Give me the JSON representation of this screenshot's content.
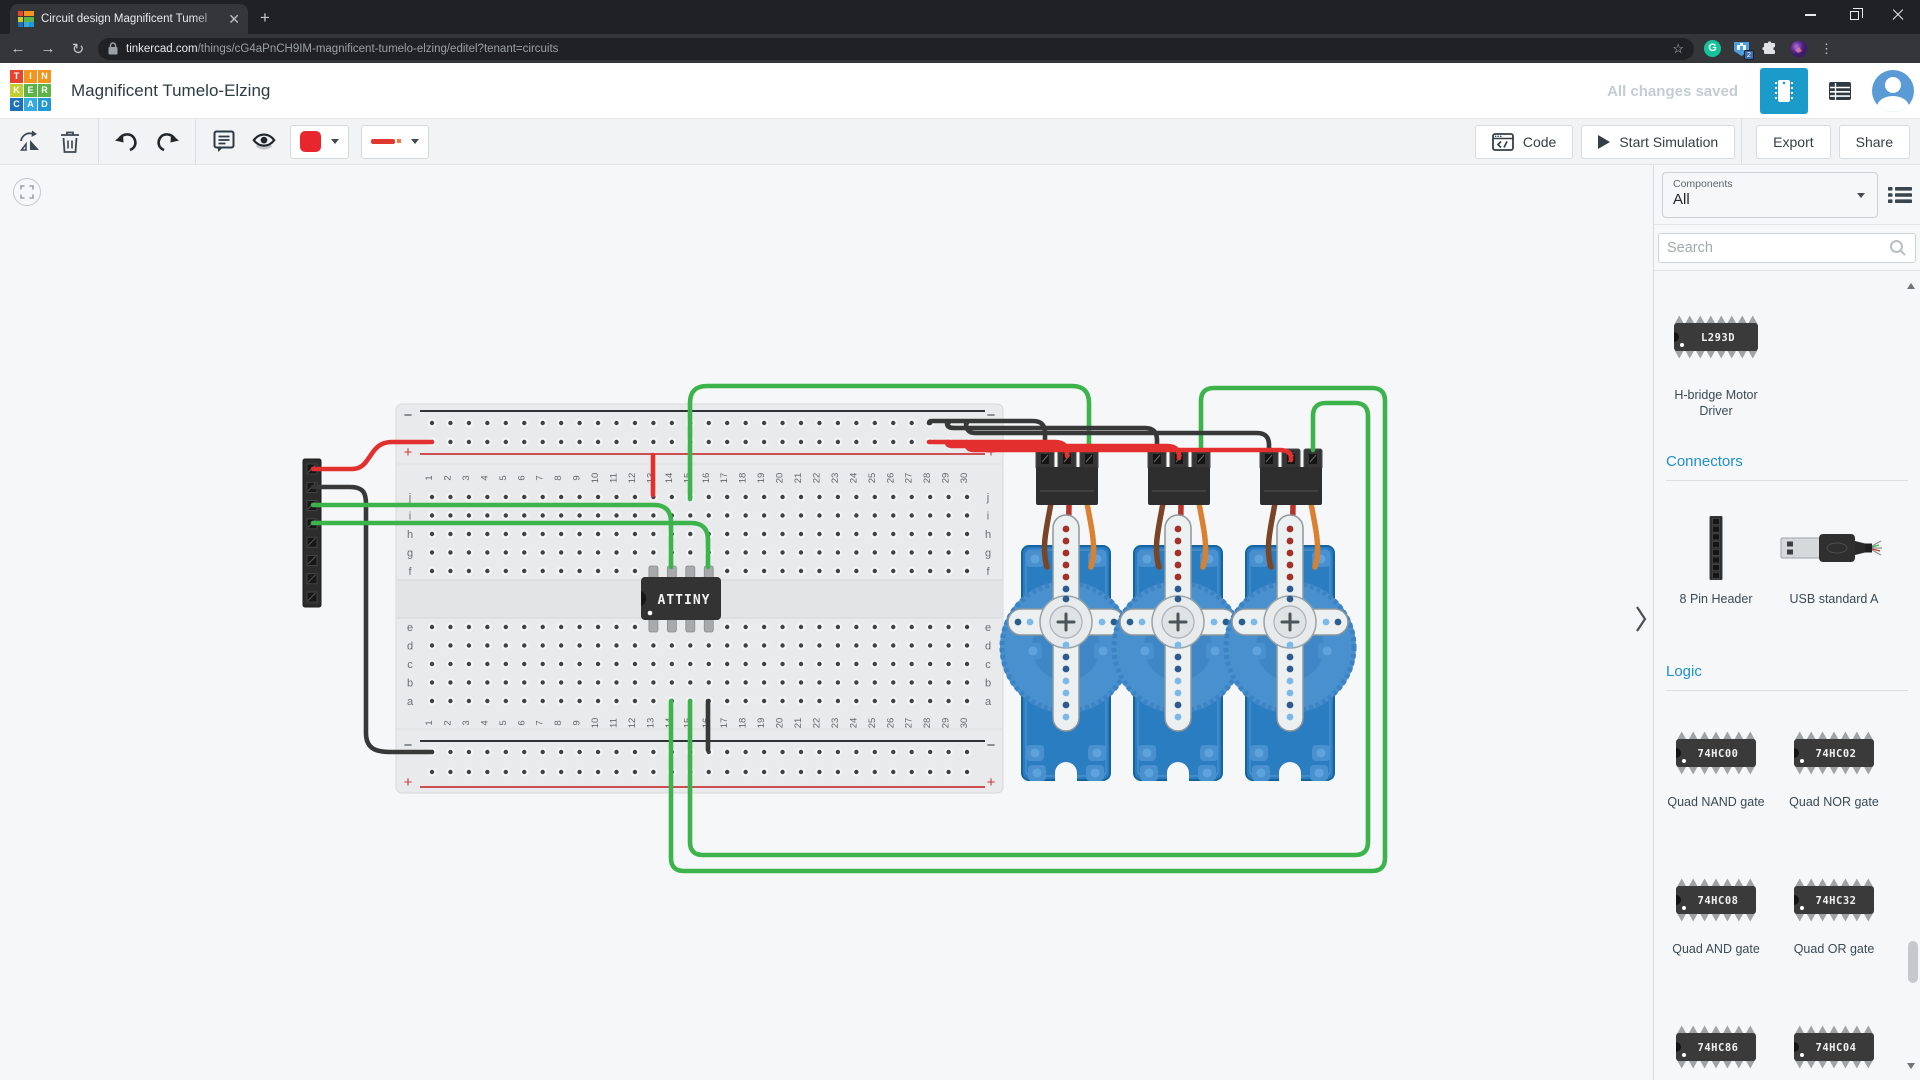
{
  "browser": {
    "tab_title": "Circuit design Magnificent Tumel",
    "url_domain": "tinkercad.com",
    "url_path": "/things/cG4aPnCH9IM-magnificent-tumelo-elzing/editel?tenant=circuits",
    "extension_badge": "2"
  },
  "header": {
    "logo_letters": [
      "T",
      "I",
      "N",
      "K",
      "E",
      "R",
      "C",
      "A",
      "D"
    ],
    "logo_colors": [
      "#e8432d",
      "#f3941e",
      "#f3941e",
      "#c0ce2f",
      "#5cb348",
      "#5cb348",
      "#1d71b8",
      "#36a9e1",
      "#1e99d6"
    ],
    "title": "Magnificent Tumelo-Elzing",
    "save_status": "All changes saved"
  },
  "toolbar": {
    "code_label": "Code",
    "start_simulation_label": "Start Simulation",
    "export_label": "Export",
    "share_label": "Share"
  },
  "sidebar": {
    "components_label": "Components",
    "components_value": "All",
    "search_placeholder": "Search",
    "sections": [
      {
        "header": "",
        "items": [
          {
            "label": "L293D",
            "caption": "H-bridge Motor Driver",
            "type": "chip16"
          }
        ]
      },
      {
        "header": "Connectors",
        "items": [
          {
            "label": "",
            "caption": "8 Pin Header",
            "type": "header8"
          },
          {
            "label": "",
            "caption": "USB standard A",
            "type": "usb"
          }
        ]
      },
      {
        "header": "Logic",
        "items": [
          {
            "label": "74HC00",
            "caption": "Quad NAND gate",
            "type": "chip14"
          },
          {
            "label": "74HC02",
            "caption": "Quad NOR gate",
            "type": "chip14"
          },
          {
            "label": "74HC08",
            "caption": "Quad AND gate",
            "type": "chip14"
          },
          {
            "label": "74HC32",
            "caption": "Quad OR gate",
            "type": "chip14"
          },
          {
            "label": "74HC86",
            "caption": "",
            "type": "chip14"
          },
          {
            "label": "74HC04",
            "caption": "",
            "type": "chip14"
          }
        ]
      }
    ]
  },
  "canvas": {
    "chip_label": "ATTINY",
    "breadboard": {
      "columns": 30,
      "row_letters_top": [
        "j",
        "i",
        "h",
        "g",
        "f"
      ],
      "row_letters_bottom": [
        "e",
        "d",
        "c",
        "b",
        "a"
      ],
      "rail_negative": "−",
      "rail_positive": "+"
    }
  },
  "colors": {
    "wire_green": "#3cb44b",
    "wire_red": "#e3302e",
    "wire_black": "#383838",
    "swatch_red": "#e8262d",
    "accent_teal": "#1b9bc9",
    "section_header_blue": "#1f8fcd",
    "servo_blue": "#2a7dc0"
  }
}
